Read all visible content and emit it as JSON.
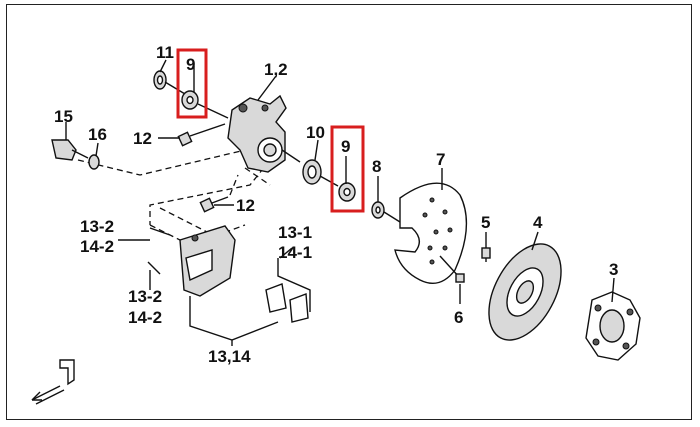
{
  "callouts": {
    "c11": "11",
    "c9a": "9",
    "c12a": "12",
    "c1_2": "1,2",
    "c15": "15",
    "c16": "16",
    "c10": "10",
    "c9b": "9",
    "c8": "8",
    "c7": "7",
    "c12b": "12",
    "c13_2a": "13-2",
    "c14_2a": "14-2",
    "c13_2b": "13-2",
    "c14_2b": "14-2",
    "c13_1": "13-1",
    "c14_1": "14-1",
    "c13_14": "13,14",
    "c5": "5",
    "c4": "4",
    "c3": "3",
    "c6": "6"
  },
  "highlight_color": "#d81e1e"
}
